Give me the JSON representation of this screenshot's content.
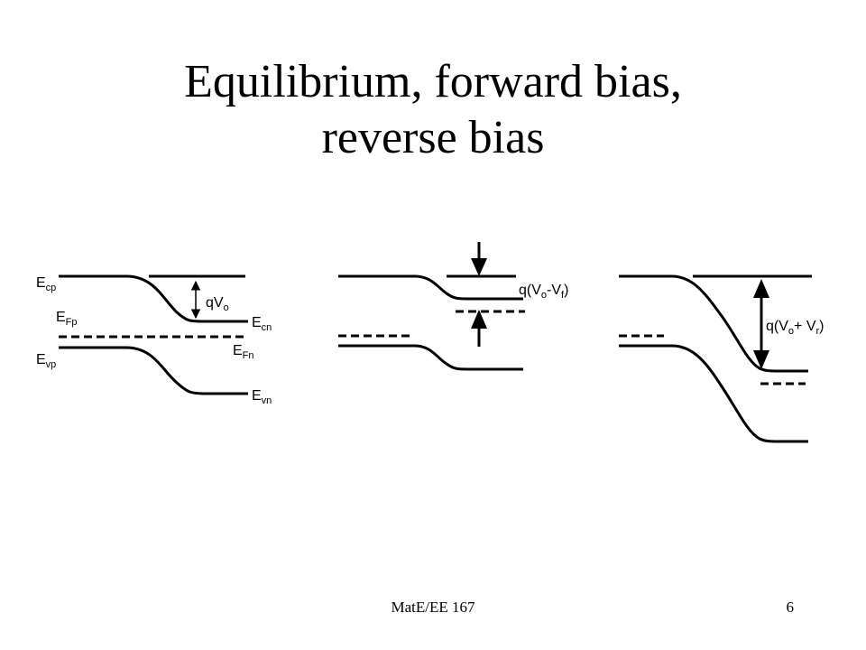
{
  "slide": {
    "title_line1": "Equilibrium, forward bias,",
    "title_line2": "reverse bias",
    "footer_course": "MatE/EE 167",
    "page_number": "6"
  },
  "equilibrium": {
    "ecp": {
      "main": "E",
      "sub": "cp"
    },
    "efp": {
      "main": "E",
      "sub": "Fp"
    },
    "evp": {
      "main": "E",
      "sub": "vp"
    },
    "ecn": {
      "main": "E",
      "sub": "cn"
    },
    "efn": {
      "main": "E",
      "sub": "Fn"
    },
    "evn": {
      "main": "E",
      "sub": "vn"
    },
    "barrier": {
      "main": "qV",
      "sub": "o"
    }
  },
  "forward": {
    "barrier": {
      "p1": "q(V",
      "s1": "o",
      "p2": "-V",
      "s2": "f",
      "p3": ")"
    }
  },
  "reverse": {
    "barrier": {
      "p1": "q(V",
      "s1": "o",
      "p2": "+ V",
      "s2": "r",
      "p3": ")"
    }
  }
}
